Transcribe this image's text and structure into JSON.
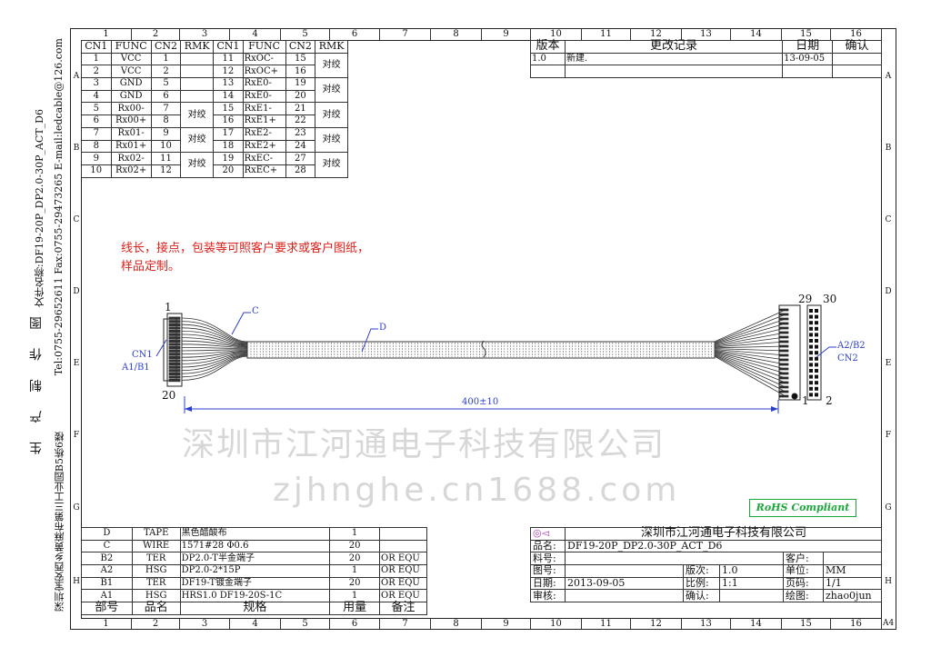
{
  "columns": [
    "1",
    "2",
    "3",
    "4",
    "5",
    "6",
    "7",
    "8",
    "9",
    "10",
    "11",
    "12",
    "13",
    "14",
    "15",
    "16"
  ],
  "rows": [
    "A",
    "B",
    "C",
    "D",
    "E",
    "F",
    "G",
    "H"
  ],
  "sheet_size": "A4",
  "side_text": {
    "title": "生 产 制 作 图",
    "file_name": "文件名称:DF19-20P_DP2.0-30P_ACT_D6",
    "contact": "Tel:0755-29652611 Fax:0755-29473265 E-mail:ledcable@126.com",
    "address": "深圳宝安西乡黄麻布第三工业园B5栋6楼"
  },
  "pinout": {
    "headers": [
      "CN1",
      "FUNC",
      "CN2",
      "RMK",
      "CN1",
      "FUNC",
      "CN2",
      "RMK"
    ],
    "left": [
      [
        "1",
        "VCC",
        "1"
      ],
      [
        "2",
        "VCC",
        "2"
      ],
      [
        "3",
        "GND",
        "5"
      ],
      [
        "4",
        "GND",
        "6"
      ],
      [
        "5",
        "Rx00-",
        "7"
      ],
      [
        "6",
        "Rx00+",
        "8"
      ],
      [
        "7",
        "Rx01-",
        "9"
      ],
      [
        "8",
        "Rx01+",
        "10"
      ],
      [
        "9",
        "Rx02-",
        "11"
      ],
      [
        "10",
        "Rx02+",
        "12"
      ]
    ],
    "left_rmk": [
      "",
      "",
      "",
      "",
      "对绞",
      "",
      "对绞",
      "",
      "对绞",
      ""
    ],
    "right": [
      [
        "11",
        "RxOC-",
        "15"
      ],
      [
        "12",
        "RxOC+",
        "16"
      ],
      [
        "13",
        "RxE0-",
        "19"
      ],
      [
        "14",
        "RxE0-",
        "20"
      ],
      [
        "15",
        "RxE1-",
        "21"
      ],
      [
        "16",
        "RxE1+",
        "22"
      ],
      [
        "17",
        "RxE2-",
        "23"
      ],
      [
        "18",
        "RxE2+",
        "24"
      ],
      [
        "19",
        "RxEC-",
        "27"
      ],
      [
        "20",
        "RxEC+",
        "28"
      ]
    ],
    "right_rmk": [
      "对绞",
      "对绞",
      "对绞",
      "对绞",
      "对绞"
    ]
  },
  "revision": {
    "headers": [
      "版本",
      "更改记录",
      "日期",
      "确认"
    ],
    "rows": [
      [
        "1.0",
        "新建.",
        "13-09-05",
        ""
      ],
      [
        "",
        "",
        "",
        ""
      ]
    ]
  },
  "note": [
    "线长，接点，包装等可照客户要求或客户图纸，",
    "样品定制。"
  ],
  "drawing": {
    "cn1_pin_top": "1",
    "cn1_pin_bottom": "20",
    "cn1_label": "CN1",
    "cn1_parts": "A1/B1",
    "wire_label": "C",
    "tape_label": "D",
    "cn2_pin_29": "29",
    "cn2_pin_30": "30",
    "cn2_pin_1": "1",
    "cn2_pin_2": "2",
    "cn2_parts": "A2/B2",
    "cn2_label": "CN2",
    "length": "400±10",
    "line_color": "#2a3fd0"
  },
  "rohs": {
    "label": "RoHS Compliant",
    "color": "#1aa83a"
  },
  "bom": {
    "headers": [
      "部号",
      "品名",
      "规格",
      "用量",
      "备注"
    ],
    "rows": [
      [
        "D",
        "TAPE",
        "黑色醋酸布",
        "1",
        ""
      ],
      [
        "C",
        "WIRE",
        "1571#28 Φ0.6",
        "20",
        ""
      ],
      [
        "B2",
        "TER",
        "DP2.0-T半金端子",
        "20",
        "OR EQU"
      ],
      [
        "A2",
        "HSG",
        "DP2.0-2*15P",
        "1",
        "OR EQU"
      ],
      [
        "B1",
        "TER",
        "DF19-T镀金端子",
        "20",
        "OR EQU"
      ],
      [
        "A1",
        "HSG",
        "HRS1.0 DF19-20S-1C",
        "1",
        "OR EQU"
      ]
    ]
  },
  "title_block": {
    "company": "深圳市江河通电子科技有限公司",
    "product_label": "品名:",
    "product": "DF19-20P_DP2.0-30P_ACT_D6",
    "part_no_label": "料号:",
    "part_no": "",
    "customer_label": "客户:",
    "customer": "",
    "drawing_no_label": "图号:",
    "drawing_no": "",
    "version_label": "版次:",
    "version": "1.0",
    "unit_label": "单位:",
    "unit": "MM",
    "date_label": "日期:",
    "date": "2013-09-05",
    "scale_label": "比例:",
    "scale": "1:1",
    "page_label": "页码:",
    "page": "1/1",
    "review_label": "审核:",
    "review": "",
    "confirm_label": "确认:",
    "confirm": "",
    "drawn_label": "绘图:",
    "drawn": "zhao0jun"
  },
  "watermark": {
    "company": "深圳市江河通电子科技有限公司",
    "site": "zjhnghe.cn1688.com"
  }
}
